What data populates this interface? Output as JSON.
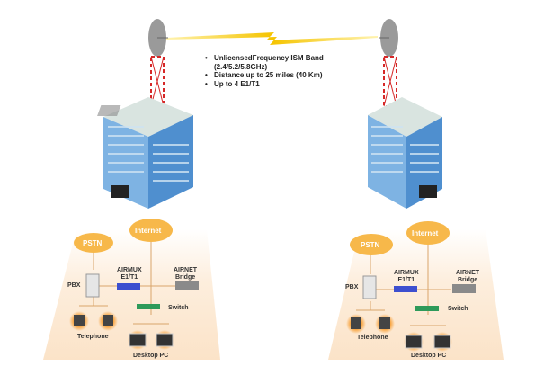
{
  "features": [
    {
      "line1": "UnlicensedFrequency ISM Band",
      "line2": "(2.4/5.2/5.8GHz)"
    },
    {
      "line1": "Distance up to 25 miles (40 Km)"
    },
    {
      "line1": "Up to 4 E1/T1"
    }
  ],
  "sites": [
    {
      "pstn": "PSTN",
      "internet": "Internet",
      "pbx": "PBX",
      "airmux_1": "AIRMUX",
      "airmux_2": "E1/T1",
      "airnet_1": "AIRNET",
      "airnet_2": "Bridge",
      "switch": "Switch",
      "telephone": "Telephone",
      "desktop": "Desktop PC"
    },
    {
      "pstn": "PSTN",
      "internet": "Internet",
      "pbx": "PBX",
      "airmux_1": "AIRMUX",
      "airmux_2": "E1/T1",
      "airnet_1": "AIRNET",
      "airnet_2": "Bridge",
      "switch": "Switch",
      "telephone": "Telephone",
      "desktop": "Desktop PC"
    }
  ],
  "colors": {
    "link": "#f5c400",
    "cloud": "#f7b84a",
    "building": "#5b9bd5",
    "tower": "#d62828",
    "switch": "#2e9a5a",
    "airmux": "#3d4fcf"
  }
}
